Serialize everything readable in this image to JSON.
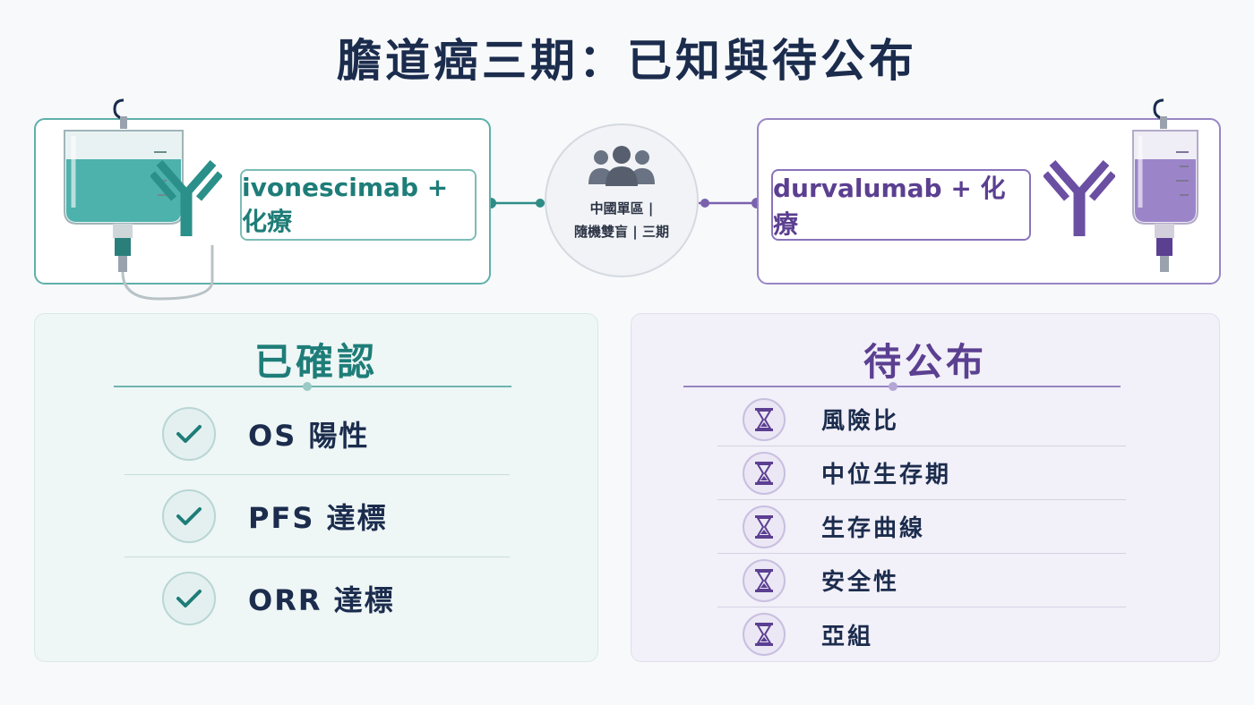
{
  "title": "膽道癌三期：已知與待公布",
  "left_arm": {
    "label": "ivonescimab + 化療",
    "color": "#1e7d78"
  },
  "right_arm": {
    "label": "durvalumab + 化療",
    "color": "#5b3f91"
  },
  "center": {
    "line1": "中國單區 |",
    "line2": "隨機雙盲 | 三期",
    "icon": "people-group-icon"
  },
  "confirmed": {
    "title": "已確認",
    "items": [
      {
        "label": "OS 陽性",
        "icon": "check-icon"
      },
      {
        "label": "PFS 達標",
        "icon": "check-icon"
      },
      {
        "label": "ORR 達標",
        "icon": "check-icon"
      }
    ]
  },
  "pending": {
    "title": "待公布",
    "items": [
      {
        "label": "風險比",
        "icon": "hourglass-icon"
      },
      {
        "label": "中位生存期",
        "icon": "hourglass-icon"
      },
      {
        "label": "生存曲線",
        "icon": "hourglass-icon"
      },
      {
        "label": "安全性",
        "icon": "hourglass-icon"
      },
      {
        "label": "亞組",
        "icon": "hourglass-icon"
      }
    ]
  },
  "colors": {
    "teal": "#1e7d78",
    "purple": "#5b3f91",
    "navy": "#1b2c4d"
  }
}
